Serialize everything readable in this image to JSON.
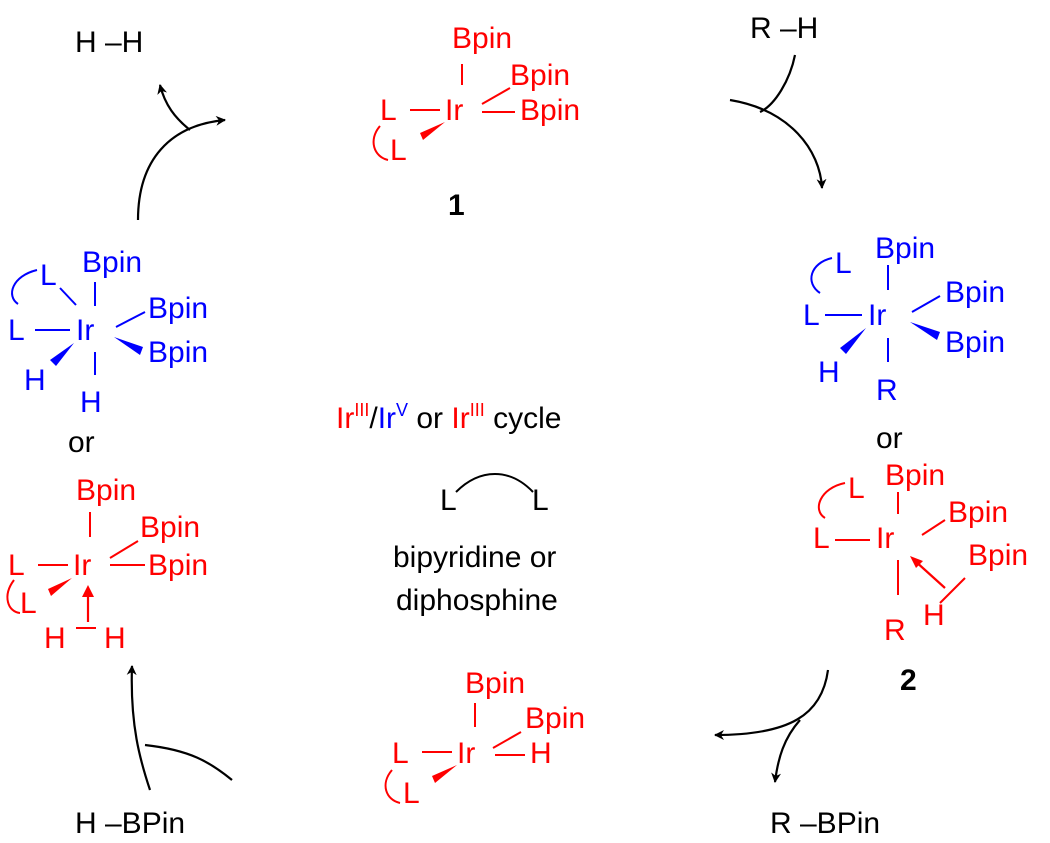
{
  "colors": {
    "oxidized": "#ff0000",
    "reduced": "#0000ff",
    "neutral": "#000000"
  },
  "reactants": {
    "rh": "R –H",
    "hh": "H –H",
    "hbpin": "H –BPin",
    "rbpin": "R –BPin"
  },
  "complex1": {
    "number": "1",
    "Bpin": "Bpin",
    "Ir": "Ir",
    "L": "L"
  },
  "complexUpperRight": {
    "Bpin": "Bpin",
    "Ir": "Ir",
    "L": "L",
    "H": "H",
    "R": "R"
  },
  "orRight": "or",
  "complex2": {
    "number": "2",
    "Bpin": "Bpin",
    "Ir": "Ir",
    "L": "L",
    "H": "H",
    "R": "R"
  },
  "complexBottom": {
    "Bpin": "Bpin",
    "Ir": "Ir",
    "L": "L",
    "H": "H"
  },
  "complexUpperLeft": {
    "Bpin": "Bpin",
    "Ir": "Ir",
    "L": "L",
    "H": "H"
  },
  "orLeft": "or",
  "complexLowerLeft": {
    "Bpin": "Bpin",
    "Ir": "Ir",
    "L": "L",
    "H": "H"
  },
  "center": {
    "ir": "Ir",
    "sup3": "III",
    "slash": "/",
    "sup5": "V",
    "or_text": " or ",
    "cycle_text": " cycle",
    "ligand_L": "L",
    "ligand_line1": "bipyridine or",
    "ligand_line2": "diphosphine"
  }
}
